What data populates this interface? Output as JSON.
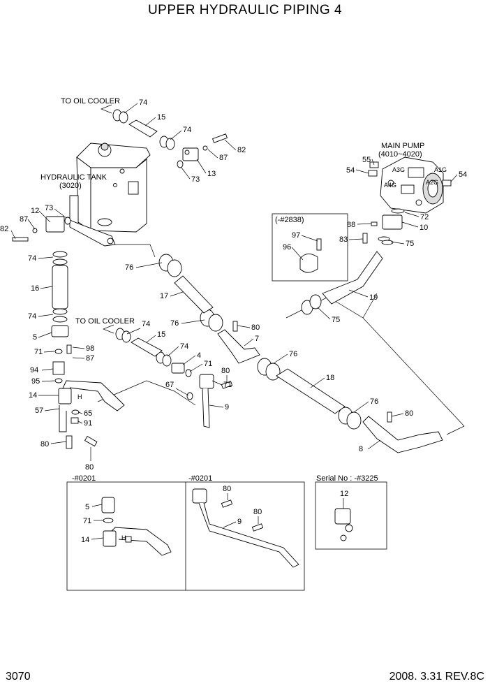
{
  "header": {
    "title": "UPPER HYDRAULIC PIPING 4"
  },
  "footer": {
    "page_number": "3070",
    "revision": "2008. 3.31  REV.8C"
  },
  "notes": {
    "to_oil_cooler_1": "TO OIL COOLER",
    "to_oil_cooler_2": "TO OIL COOLER",
    "hydraulic_tank": "HYDRAULIC TANK",
    "hydraulic_tank_ref": "(3020)",
    "main_pump": "MAIN PUMP",
    "main_pump_ref": "(4010~4020)"
  },
  "port_labels": {
    "a1g": "A1G",
    "a2g": "A2G",
    "a3g": "A3G",
    "a4g": "A4G",
    "h1": "H",
    "h2": "H"
  },
  "insets": {
    "serial_2838": "(-#2838)",
    "serial_0201_a": "-#0201",
    "serial_0201_b": "-#0201",
    "serial_3225": "Serial No : -#3225"
  },
  "callouts": {
    "c74a": "74",
    "c15a": "15",
    "c74b": "74",
    "c82a": "82",
    "c87a": "87",
    "c73a": "73",
    "c13": "13",
    "c55": "55",
    "c54a": "54",
    "c54b": "54",
    "c72": "72",
    "c88": "88",
    "c10": "10",
    "c83": "83",
    "c75a": "75",
    "c97": "97",
    "c96": "96",
    "c19": "19",
    "c75b": "75",
    "c12a": "12",
    "c73b": "73",
    "c87b": "87",
    "c82b": "82",
    "c74c": "74",
    "c76a": "76",
    "c16": "16",
    "c17": "17",
    "c74d": "74",
    "c5a": "5",
    "c74e": "74",
    "c15b": "15",
    "c76b": "76",
    "c80a": "80",
    "c7": "7",
    "c71a": "71",
    "c98": "98",
    "c87c": "87",
    "c74f": "74",
    "c4": "4",
    "c76c": "76",
    "c94": "94",
    "c95": "95",
    "c71b": "71",
    "c80b": "80",
    "c18": "18",
    "c14a": "14",
    "c67": "67",
    "c71c": "71",
    "c9a": "9",
    "c57": "57",
    "c65": "65",
    "c91": "91",
    "c76d": "76",
    "c80c": "80",
    "c80d": "80",
    "c80e": "80",
    "c8": "8",
    "c5b": "5",
    "c71d": "71",
    "c14b": "14",
    "c80f": "80",
    "c80g": "80",
    "c9b": "9",
    "c12b": "12"
  }
}
